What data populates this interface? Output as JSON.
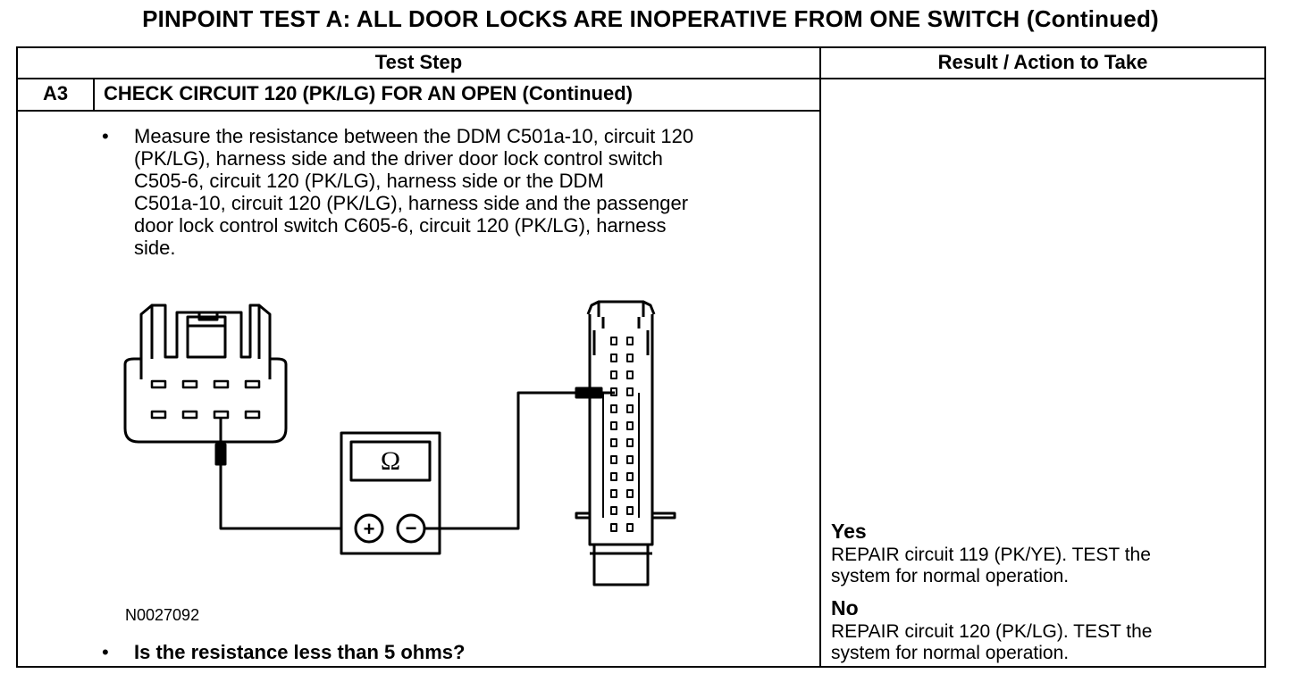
{
  "title": "PINPOINT TEST  A: ALL DOOR LOCKS ARE INOPERATIVE FROM ONE SWITCH (Continued)",
  "headers": {
    "test_step": "Test Step",
    "result": "Result / Action to Take"
  },
  "step": {
    "id": "A3",
    "title": "CHECK CIRCUIT 120 (PK/LG) FOR AN OPEN (Continued)",
    "instruction_lines": [
      "Measure the resistance between the DDM C501a-10, circuit 120",
      "(PK/LG), harness side and the driver door lock control switch",
      "C505-6, circuit 120 (PK/LG), harness side or the DDM",
      "C501a-10, circuit 120 (PK/LG), harness side and the passenger",
      "door lock control switch C605-6, circuit 120 (PK/LG), harness",
      "side."
    ],
    "figure_id": "N0027092",
    "question": "Is the resistance less than 5 ohms?"
  },
  "diagram": {
    "meter_symbol": "Ω",
    "plus_symbol": "+",
    "minus_symbol": "−"
  },
  "results": {
    "yes_label": "Yes",
    "yes_lines": [
      "REPAIR circuit 119 (PK/YE). TEST the",
      "system for normal operation."
    ],
    "no_label": "No",
    "no_lines": [
      "REPAIR circuit 120 (PK/LG). TEST the",
      "system for normal operation."
    ]
  }
}
